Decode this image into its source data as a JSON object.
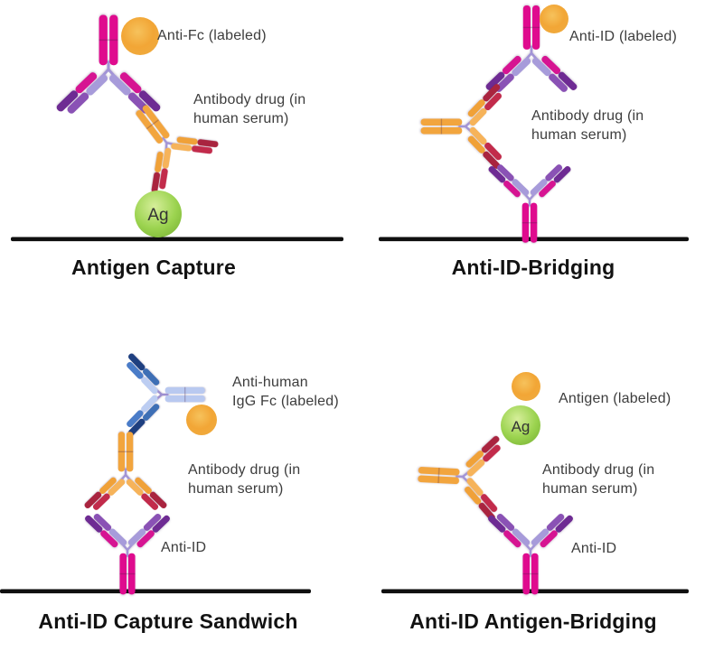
{
  "figure": {
    "ag_text": "Ag",
    "panels": [
      {
        "key": "antigen-capture",
        "title": "Antigen Capture",
        "labels": {
          "probe": "Anti-Fc (labeled)",
          "drug": "Antibody drug (in\nhuman serum)"
        }
      },
      {
        "key": "anti-id-bridging",
        "title": "Anti-ID-Bridging",
        "labels": {
          "probe": "Anti-ID (labeled)",
          "drug": "Antibody drug (in\nhuman serum)"
        }
      },
      {
        "key": "anti-id-capture-sandwich",
        "title": "Anti-ID Capture Sandwich",
        "labels": {
          "probe": "Anti-human\nIgG Fc (labeled)",
          "drug": "Antibody drug (in\nhuman serum)",
          "capture": "Anti-ID"
        }
      },
      {
        "key": "anti-id-antigen-bridging",
        "title": "Anti-ID Antigen-Bridging",
        "labels": {
          "probe": "Antigen (labeled)",
          "drug": "Antibody drug (in\nhuman serum)",
          "capture": "Anti-ID"
        }
      }
    ],
    "colors": {
      "antibody_magenta": "#DF0B8E",
      "antibody_dark_purple": "#6E2B93",
      "antibody_lavender": "#A79BDA",
      "drug_orange": "#F2A53E",
      "drug_crimson": "#A9243F",
      "blue_light": "#B9C9F0",
      "blue_navy": "#1E3F80",
      "label_dot_orange": "#F3A93A",
      "antigen_green": "#8CC63F",
      "surface_line": "#0F0F0F",
      "label_text": "#3D3D3D",
      "title_text": "#121212"
    }
  }
}
